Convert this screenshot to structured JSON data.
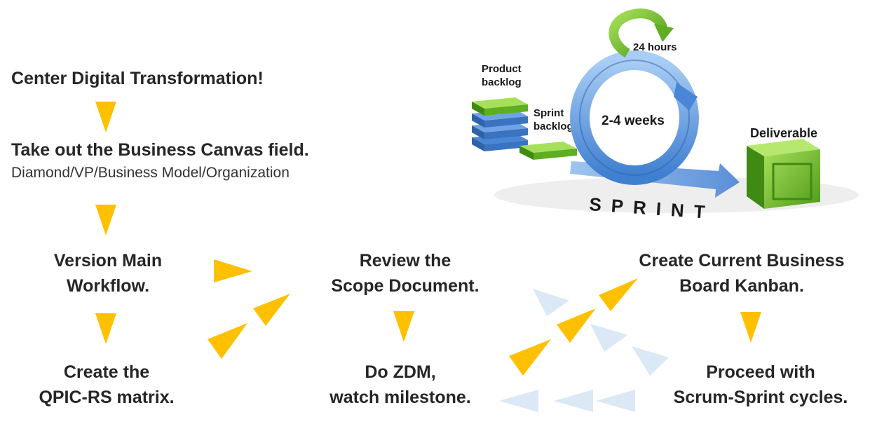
{
  "steps": {
    "step1": "Center Digital Transformation!",
    "step2": "Take out the Business Canvas field.",
    "step2_sub": "Diamond/VP/Business Model/Organization",
    "step3_line1": "Version Main",
    "step3_line2": "Workflow.",
    "step4_line1": "Create the",
    "step4_line2": "QPIC-RS matrix.",
    "step5_line1": "Review the",
    "step5_line2": "Scope Document.",
    "step6_line1": "Do ZDM,",
    "step6_line2": "watch milestone.",
    "step7_line1": "Create Current Business",
    "step7_line2": "Board Kanban.",
    "step8_line1": "Proceed with",
    "step8_line2": "Scrum-Sprint cycles."
  },
  "sprint_graphic": {
    "product_backlog_1": "Product",
    "product_backlog_2": "backlog",
    "sprint_backlog_1": "Sprint",
    "sprint_backlog_2": "backlog",
    "cycle": "2-4 weeks",
    "daily": "24 hours",
    "deliverable": "Deliverable",
    "sprint": "SPRINT"
  },
  "colors": {
    "arrow": "#ffc000",
    "faded_arrow": "#dbe8f5",
    "cycle_blue": "#5b9bd5",
    "green": "#7ac142"
  }
}
